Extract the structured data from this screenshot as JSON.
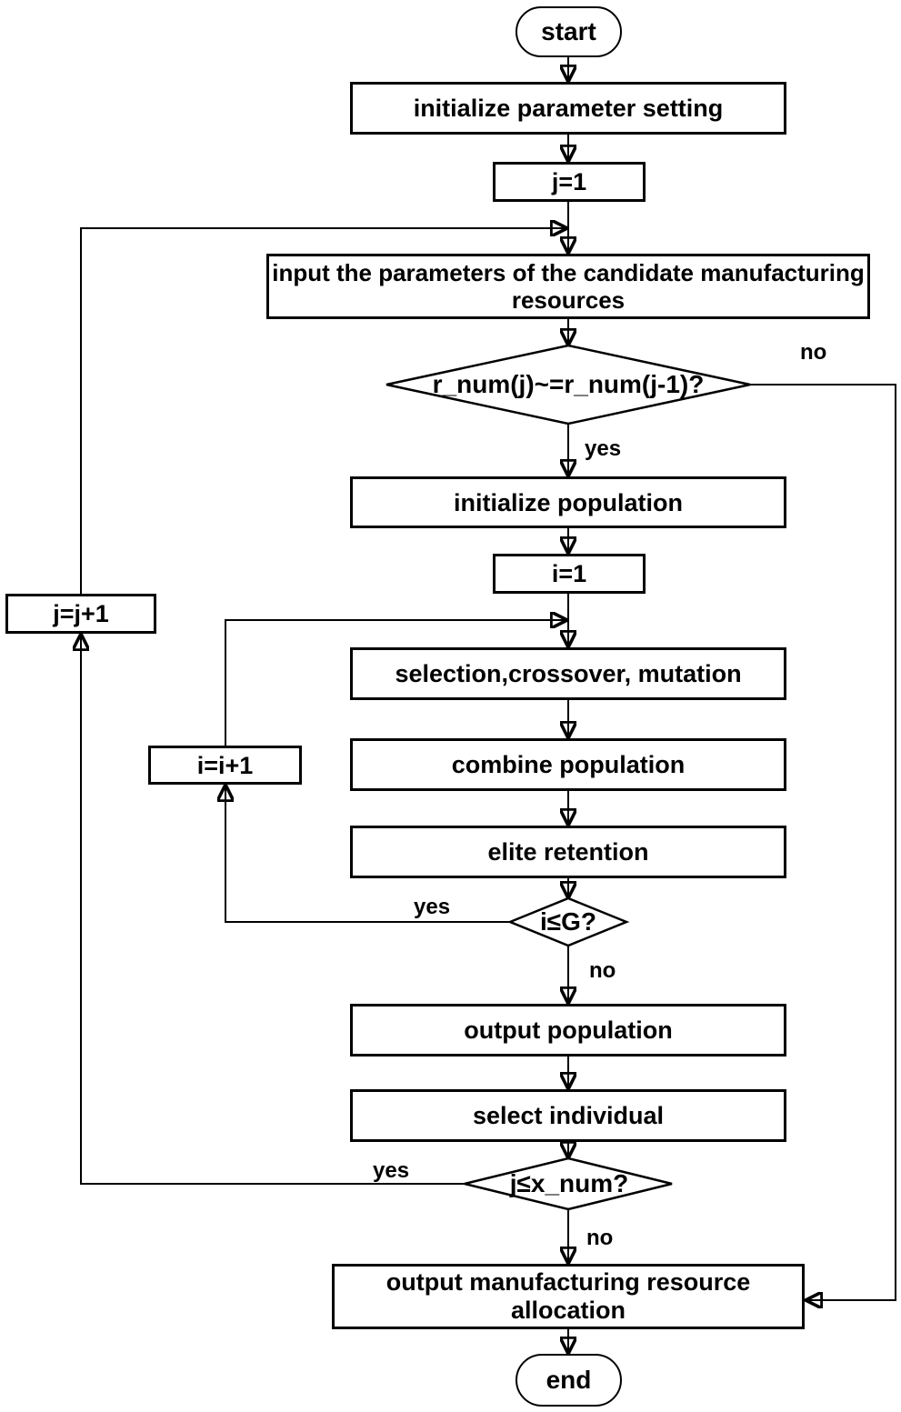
{
  "diagram": {
    "type": "flowchart",
    "title": "genetic algorithm manufacturing resource allocation flowchart",
    "colors": {
      "line": "#000000",
      "fill": "#ffffff",
      "text": "#000000"
    },
    "nodes": {
      "start": "start",
      "init_param": "initialize parameter setting",
      "j_init": "j=1",
      "input_params": "input the parameters of the candidate manufacturing resources",
      "r_num_check": "r_num(j)~=r_num(j-1)?",
      "init_pop": "initialize population",
      "i_init": "i=1",
      "selection": "selection,crossover, mutation",
      "combine": "combine population",
      "elite": "elite retention",
      "i_check": "i≤G?",
      "i_incr": "i=i+1",
      "output_pop": "output population",
      "select_ind": "select individual",
      "j_check": "j≤x_num?",
      "j_incr": "j=j+1",
      "output_alloc": "output manufacturing resource allocation",
      "end": "end"
    },
    "edge_labels": {
      "r_num_yes": "yes",
      "r_num_no": "no",
      "i_check_yes": "yes",
      "i_check_no": "no",
      "j_check_yes": "yes",
      "j_check_no": "no"
    }
  }
}
